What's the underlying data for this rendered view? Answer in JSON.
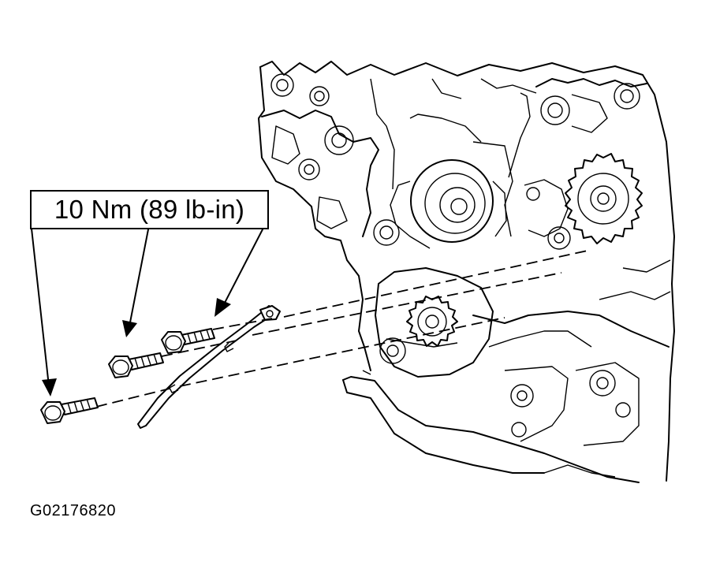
{
  "callout": {
    "torque_text": "10 Nm (89 lb-in)"
  },
  "figure": {
    "id_text": "G02176820"
  },
  "icons": [
    "engine-block-illustration",
    "timing-sprocket-icon",
    "bolt-icon",
    "timing-chain-guide-icon",
    "arrow-icon"
  ]
}
